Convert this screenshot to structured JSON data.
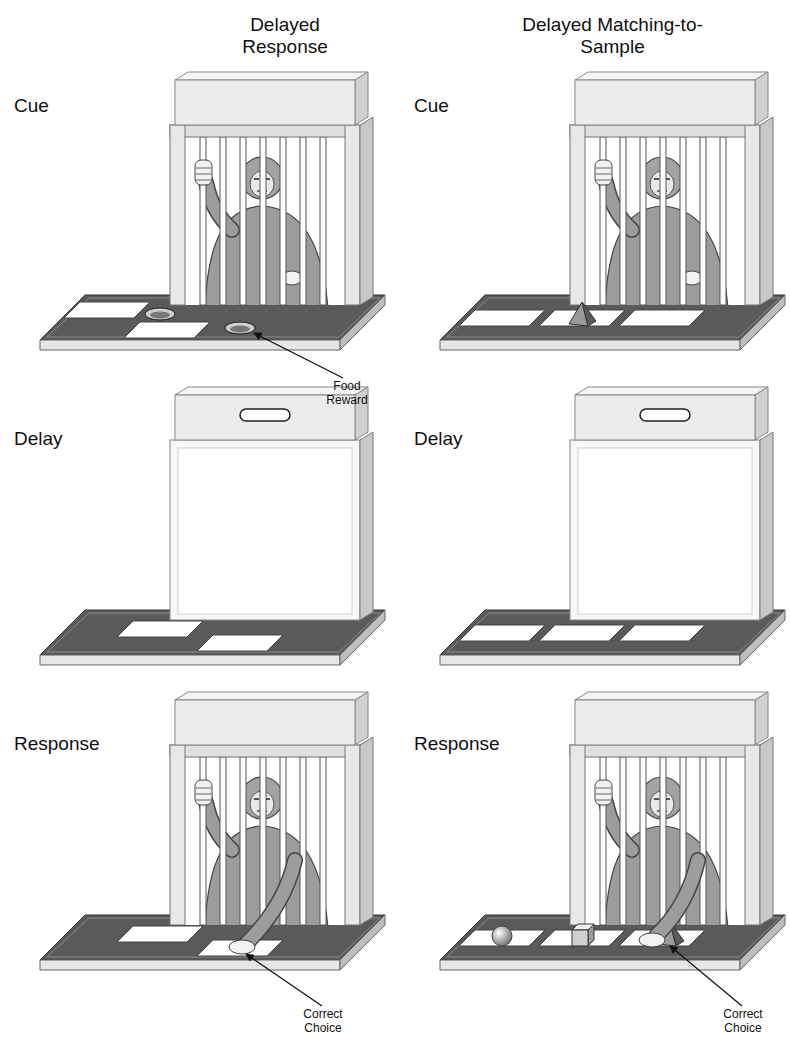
{
  "diagram": {
    "labels": [
      "Delayed Response",
      "Delayed Matching-to-Sample",
      "Cue",
      "Cue",
      "Food Reward",
      "Delay",
      "Delay",
      "Response",
      "Response",
      "Correct Choice",
      "Correct Choice"
    ]
  }
}
